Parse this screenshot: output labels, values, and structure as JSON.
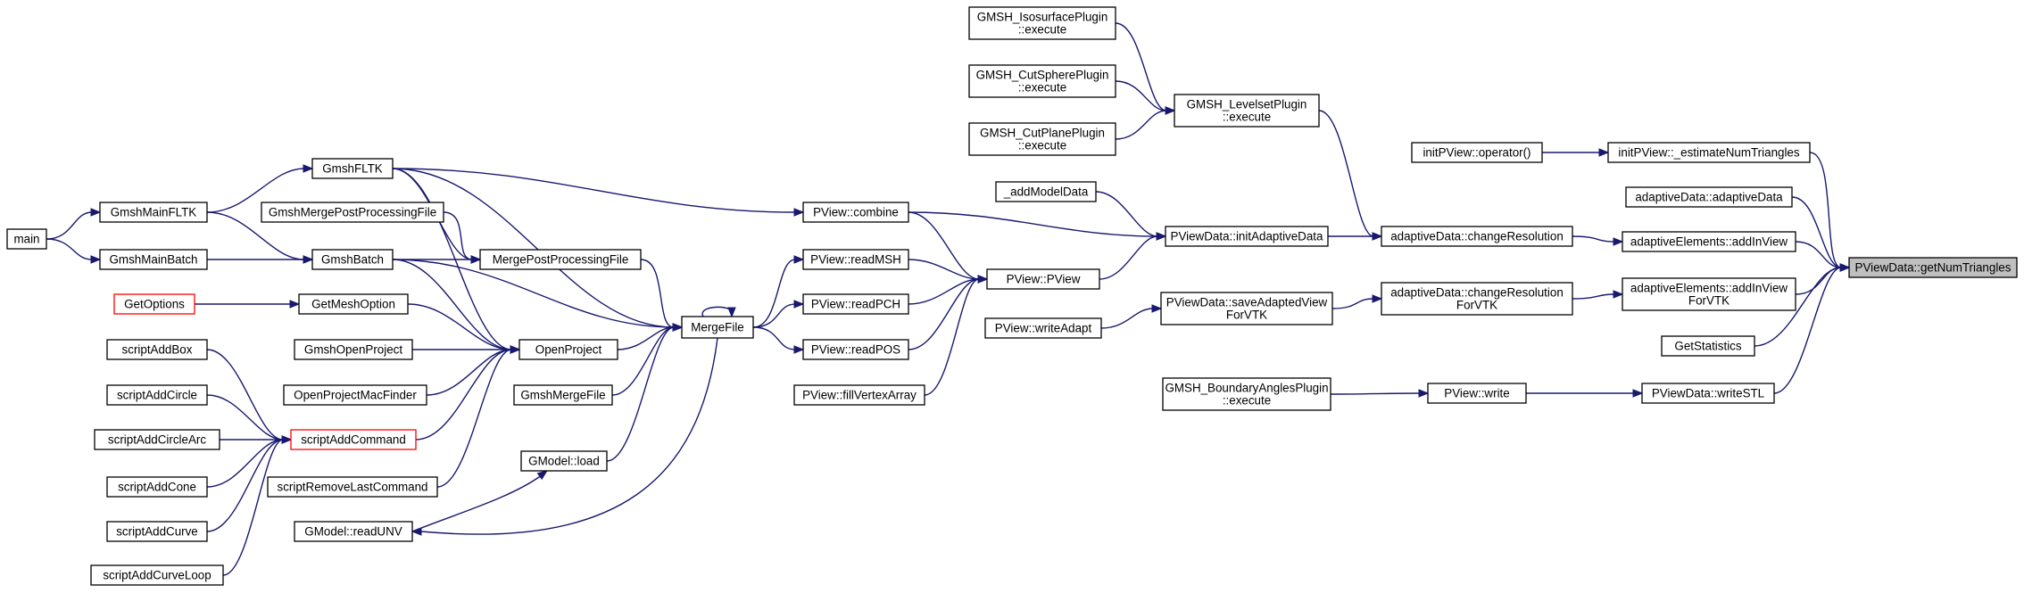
{
  "title": "",
  "nodes": [
    {
      "id": "main",
      "lines": [
        "main"
      ],
      "style": "normal"
    },
    {
      "id": "GmshMainFLTK",
      "lines": [
        "GmshMainFLTK"
      ],
      "style": "normal"
    },
    {
      "id": "GmshMainBatch",
      "lines": [
        "GmshMainBatch"
      ],
      "style": "normal"
    },
    {
      "id": "GmshFLTK",
      "lines": [
        "GmshFLTK"
      ],
      "style": "normal"
    },
    {
      "id": "GmshBatch",
      "lines": [
        "GmshBatch"
      ],
      "style": "normal"
    },
    {
      "id": "GmshMergePostProcessingFile",
      "lines": [
        "GmshMergePostProcessingFile"
      ],
      "style": "normal"
    },
    {
      "id": "MergePostProcessingFile",
      "lines": [
        "MergePostProcessingFile"
      ],
      "style": "normal"
    },
    {
      "id": "GetOptions",
      "lines": [
        "GetOptions"
      ],
      "style": "red"
    },
    {
      "id": "GetMeshOption",
      "lines": [
        "GetMeshOption"
      ],
      "style": "normal"
    },
    {
      "id": "GmshOpenProject",
      "lines": [
        "GmshOpenProject"
      ],
      "style": "normal"
    },
    {
      "id": "OpenProjectMacFinder",
      "lines": [
        "OpenProjectMacFinder"
      ],
      "style": "normal"
    },
    {
      "id": "OpenProject",
      "lines": [
        "OpenProject"
      ],
      "style": "normal"
    },
    {
      "id": "scriptAddBox",
      "lines": [
        "scriptAddBox"
      ],
      "style": "normal"
    },
    {
      "id": "scriptAddCircle",
      "lines": [
        "scriptAddCircle"
      ],
      "style": "normal"
    },
    {
      "id": "scriptAddCircleArc",
      "lines": [
        "scriptAddCircleArc"
      ],
      "style": "normal"
    },
    {
      "id": "scriptAddCone",
      "lines": [
        "scriptAddCone"
      ],
      "style": "normal"
    },
    {
      "id": "scriptAddCurve",
      "lines": [
        "scriptAddCurve"
      ],
      "style": "normal"
    },
    {
      "id": "scriptAddCurveLoop",
      "lines": [
        "scriptAddCurveLoop"
      ],
      "style": "normal"
    },
    {
      "id": "scriptAddCommand",
      "lines": [
        "scriptAddCommand"
      ],
      "style": "red"
    },
    {
      "id": "scriptRemoveLastCommand",
      "lines": [
        "scriptRemoveLastCommand"
      ],
      "style": "normal"
    },
    {
      "id": "GmshMergeFile",
      "lines": [
        "GmshMergeFile"
      ],
      "style": "normal"
    },
    {
      "id": "GModelLoad",
      "lines": [
        "GModel::load"
      ],
      "style": "normal"
    },
    {
      "id": "GModelReadUNV",
      "lines": [
        "GModel::readUNV"
      ],
      "style": "normal"
    },
    {
      "id": "MergeFile",
      "lines": [
        "MergeFile"
      ],
      "style": "normal"
    },
    {
      "id": "PViewCombine",
      "lines": [
        "PView::combine"
      ],
      "style": "normal"
    },
    {
      "id": "PViewReadMSH",
      "lines": [
        "PView::readMSH"
      ],
      "style": "normal"
    },
    {
      "id": "PViewReadPCH",
      "lines": [
        "PView::readPCH"
      ],
      "style": "normal"
    },
    {
      "id": "PViewReadPOS",
      "lines": [
        "PView::readPOS"
      ],
      "style": "normal"
    },
    {
      "id": "PViewFillVertexArray",
      "lines": [
        "PView::fillVertexArray"
      ],
      "style": "normal"
    },
    {
      "id": "AddModelData",
      "lines": [
        "_addModelData"
      ],
      "style": "normal"
    },
    {
      "id": "PViewPView",
      "lines": [
        "PView::PView"
      ],
      "style": "normal"
    },
    {
      "id": "PViewWriteAdapt",
      "lines": [
        "PView::writeAdapt"
      ],
      "style": "normal"
    },
    {
      "id": "IsosurfacePlugin",
      "lines": [
        "GMSH_IsosurfacePlugin",
        "::execute"
      ],
      "style": "normal"
    },
    {
      "id": "CutSpherePlugin",
      "lines": [
        "GMSH_CutSpherePlugin",
        "::execute"
      ],
      "style": "normal"
    },
    {
      "id": "CutPlanePlugin",
      "lines": [
        "GMSH_CutPlanePlugin",
        "::execute"
      ],
      "style": "normal"
    },
    {
      "id": "LevelsetPlugin",
      "lines": [
        "GMSH_LevelsetPlugin",
        "::execute"
      ],
      "style": "normal"
    },
    {
      "id": "InitAdaptiveData",
      "lines": [
        "PViewData::initAdaptiveData"
      ],
      "style": "normal"
    },
    {
      "id": "SaveAdaptedViewForVTK",
      "lines": [
        "PViewData::saveAdaptedView",
        "ForVTK"
      ],
      "style": "normal"
    },
    {
      "id": "BoundaryAnglesPlugin",
      "lines": [
        "GMSH_BoundaryAnglesPlugin",
        "::execute"
      ],
      "style": "normal"
    },
    {
      "id": "PViewWrite",
      "lines": [
        "PView::write"
      ],
      "style": "normal"
    },
    {
      "id": "ChangeResolution",
      "lines": [
        "adaptiveData::changeResolution"
      ],
      "style": "normal"
    },
    {
      "id": "ChangeResolutionForVTK",
      "lines": [
        "adaptiveData::changeResolution",
        "ForVTK"
      ],
      "style": "normal"
    },
    {
      "id": "InitPViewOperator",
      "lines": [
        "initPView::operator()"
      ],
      "style": "normal"
    },
    {
      "id": "EstimateNumTriangles",
      "lines": [
        "initPView::_estimateNumTriangles"
      ],
      "style": "normal"
    },
    {
      "id": "AdaptiveDataCtor",
      "lines": [
        "adaptiveData::adaptiveData"
      ],
      "style": "normal"
    },
    {
      "id": "AddInView",
      "lines": [
        "adaptiveElements::addInView"
      ],
      "style": "normal"
    },
    {
      "id": "AddInViewForVTK",
      "lines": [
        "adaptiveElements::addInView",
        "ForVTK"
      ],
      "style": "normal"
    },
    {
      "id": "GetStatistics",
      "lines": [
        "GetStatistics"
      ],
      "style": "normal"
    },
    {
      "id": "WriteSTL",
      "lines": [
        "PViewData::writeSTL"
      ],
      "style": "normal"
    },
    {
      "id": "GetNumTriangles",
      "lines": [
        "PViewData::getNumTriangles"
      ],
      "style": "root"
    }
  ],
  "edges": [
    {
      "from": "main",
      "to": "GmshMainFLTK"
    },
    {
      "from": "main",
      "to": "GmshMainBatch"
    },
    {
      "from": "GmshMainFLTK",
      "to": "GmshFLTK"
    },
    {
      "from": "GmshMainFLTK",
      "to": "GmshBatch"
    },
    {
      "from": "GmshMainBatch",
      "to": "GmshBatch"
    },
    {
      "from": "GmshFLTK",
      "to": "MergePostProcessingFile"
    },
    {
      "from": "GmshFLTK",
      "to": "OpenProject"
    },
    {
      "from": "GmshFLTK",
      "to": "MergeFile"
    },
    {
      "from": "GmshFLTK",
      "to": "PViewCombine"
    },
    {
      "from": "GmshBatch",
      "to": "MergePostProcessingFile"
    },
    {
      "from": "GmshBatch",
      "to": "OpenProject"
    },
    {
      "from": "GmshBatch",
      "to": "MergeFile"
    },
    {
      "from": "GmshMergePostProcessingFile",
      "to": "MergePostProcessingFile"
    },
    {
      "from": "MergePostProcessingFile",
      "to": "MergeFile"
    },
    {
      "from": "GetOptions",
      "to": "GetMeshOption"
    },
    {
      "from": "GetMeshOption",
      "to": "OpenProject"
    },
    {
      "from": "GmshOpenProject",
      "to": "OpenProject"
    },
    {
      "from": "OpenProjectMacFinder",
      "to": "OpenProject"
    },
    {
      "from": "OpenProject",
      "to": "MergeFile"
    },
    {
      "from": "scriptAddBox",
      "to": "scriptAddCommand"
    },
    {
      "from": "scriptAddCircle",
      "to": "scriptAddCommand"
    },
    {
      "from": "scriptAddCircleArc",
      "to": "scriptAddCommand"
    },
    {
      "from": "scriptAddCone",
      "to": "scriptAddCommand"
    },
    {
      "from": "scriptAddCurve",
      "to": "scriptAddCommand"
    },
    {
      "from": "scriptAddCurveLoop",
      "to": "scriptAddCommand"
    },
    {
      "from": "scriptAddCommand",
      "to": "OpenProject"
    },
    {
      "from": "scriptRemoveLastCommand",
      "to": "OpenProject"
    },
    {
      "from": "GmshMergeFile",
      "to": "MergeFile"
    },
    {
      "from": "GModelLoad",
      "to": "MergeFile"
    },
    {
      "from": "MergeFile",
      "to": "GModelReadUNV"
    },
    {
      "from": "GModelReadUNV",
      "to": "GModelLoad"
    },
    {
      "from": "MergeFile",
      "to": "MergeFile"
    },
    {
      "from": "MergeFile",
      "to": "PViewReadMSH"
    },
    {
      "from": "MergeFile",
      "to": "PViewReadPCH"
    },
    {
      "from": "MergeFile",
      "to": "PViewReadPOS"
    },
    {
      "from": "PViewCombine",
      "to": "PViewPView"
    },
    {
      "from": "PViewReadMSH",
      "to": "PViewPView"
    },
    {
      "from": "PViewReadPCH",
      "to": "PViewPView"
    },
    {
      "from": "PViewReadPOS",
      "to": "PViewPView"
    },
    {
      "from": "PViewFillVertexArray",
      "to": "PViewPView"
    },
    {
      "from": "PViewPView",
      "to": "InitAdaptiveData"
    },
    {
      "from": "PViewCombine",
      "to": "InitAdaptiveData"
    },
    {
      "from": "AddModelData",
      "to": "InitAdaptiveData"
    },
    {
      "from": "IsosurfacePlugin",
      "to": "LevelsetPlugin"
    },
    {
      "from": "CutSpherePlugin",
      "to": "LevelsetPlugin"
    },
    {
      "from": "CutPlanePlugin",
      "to": "LevelsetPlugin"
    },
    {
      "from": "LevelsetPlugin",
      "to": "ChangeResolution"
    },
    {
      "from": "InitAdaptiveData",
      "to": "ChangeResolution"
    },
    {
      "from": "PViewWriteAdapt",
      "to": "SaveAdaptedViewForVTK"
    },
    {
      "from": "SaveAdaptedViewForVTK",
      "to": "ChangeResolutionForVTK"
    },
    {
      "from": "BoundaryAnglesPlugin",
      "to": "PViewWrite"
    },
    {
      "from": "PViewWrite",
      "to": "WriteSTL"
    },
    {
      "from": "InitPViewOperator",
      "to": "EstimateNumTriangles"
    },
    {
      "from": "ChangeResolution",
      "to": "AddInView"
    },
    {
      "from": "ChangeResolutionForVTK",
      "to": "AddInViewForVTK"
    },
    {
      "from": "EstimateNumTriangles",
      "to": "GetNumTriangles"
    },
    {
      "from": "AdaptiveDataCtor",
      "to": "GetNumTriangles"
    },
    {
      "from": "AddInView",
      "to": "GetNumTriangles"
    },
    {
      "from": "AddInViewForVTK",
      "to": "GetNumTriangles"
    },
    {
      "from": "GetStatistics",
      "to": "GetNumTriangles"
    },
    {
      "from": "WriteSTL",
      "to": "GetNumTriangles"
    }
  ]
}
